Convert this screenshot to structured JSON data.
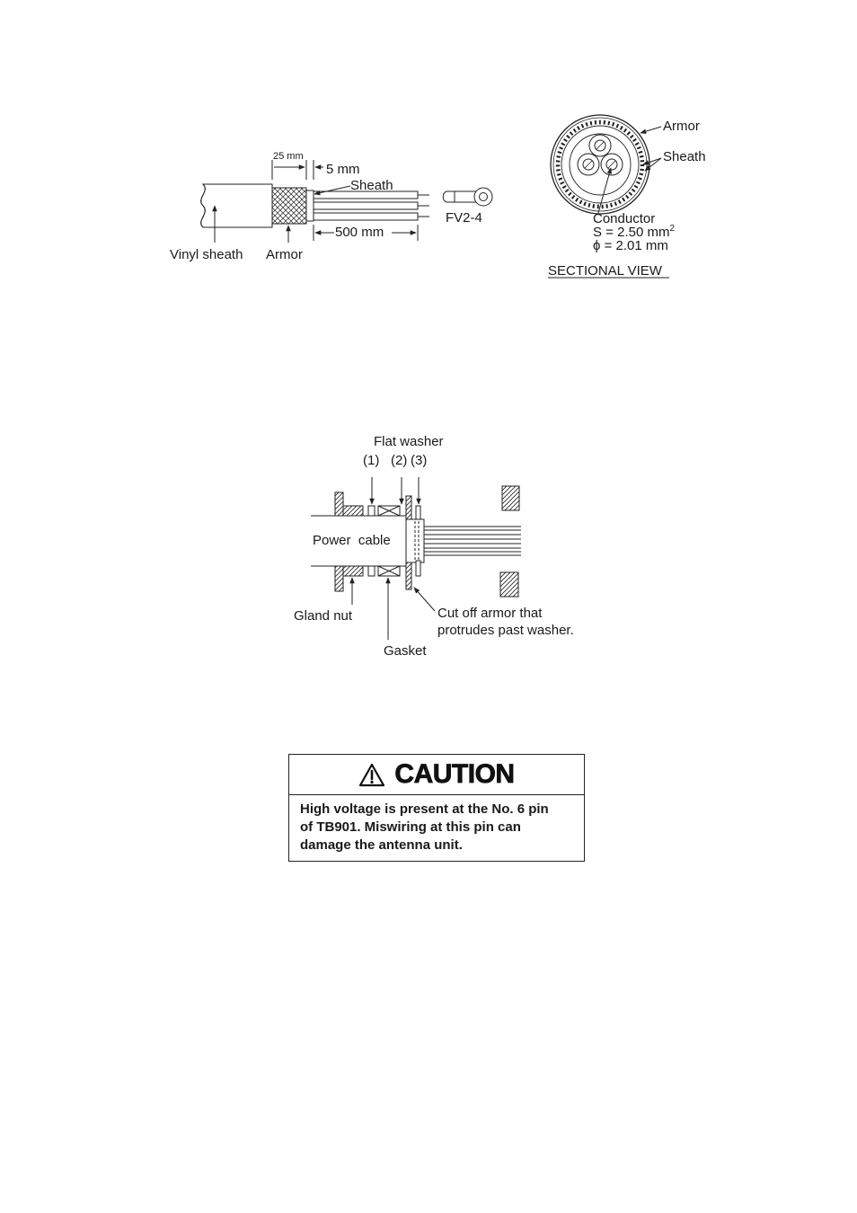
{
  "fig1": {
    "dim_25": "25 mm",
    "dim_5": "5 mm",
    "label_sheath": "Sheath",
    "label_fv": "FV2-4",
    "dim_500": "500 mm",
    "label_vinyl": "Vinyl sheath",
    "label_armor": "Armor"
  },
  "section": {
    "label_armor": "Armor",
    "label_sheath": "Sheath",
    "conductor_line1": "Conductor",
    "conductor_line2": "S = 2.50 mm",
    "conductor_sup": "2",
    "conductor_line3": "ϕ = 2.01 mm",
    "title": "SECTIONAL VIEW"
  },
  "gland": {
    "flat_washer": "Flat washer",
    "num1": "(1)",
    "num2": "(2)",
    "num3": "(3)",
    "power_cable": "Power  cable",
    "gland_nut": "Gland nut",
    "cut_line1": "Cut off armor that",
    "cut_line2": "protrudes past washer.",
    "gasket": "Gasket"
  },
  "caution": {
    "title": "CAUTION",
    "body_line1": "High voltage is present at the No. 6 pin",
    "body_line2": "of TB901. Miswiring at this pin can",
    "body_line3": "damage the antenna unit."
  }
}
